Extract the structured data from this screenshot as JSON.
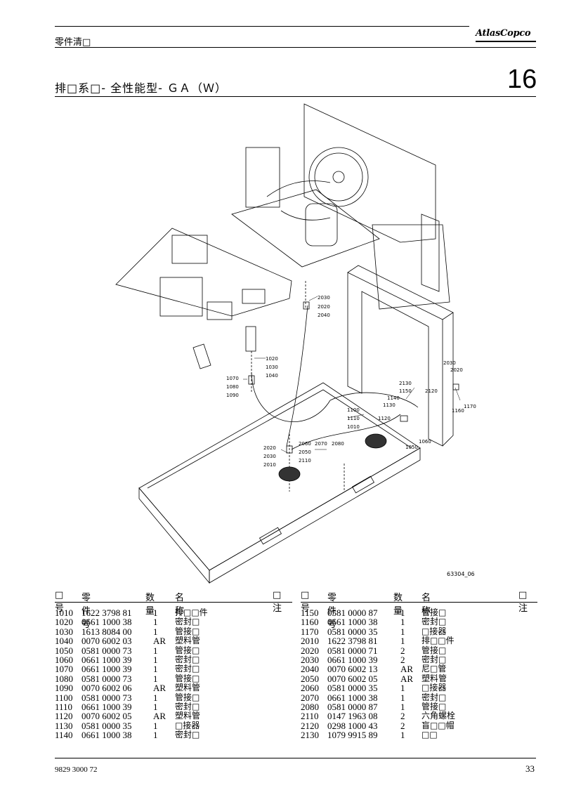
{
  "header": {
    "label": "零件清□",
    "logo": "AtlasCopco",
    "title": "排□系□- 全性能型- ＧＡ（Ｗ）",
    "section_number": "16"
  },
  "figure": {
    "code": "63304_06",
    "callouts": [
      "2030",
      "2020",
      "2040",
      "1020",
      "1030",
      "1040",
      "1070",
      "1080",
      "1090",
      "2130",
      "1150",
      "1140",
      "1130",
      "1120",
      "1100",
      "1110",
      "1010",
      "2120",
      "1060",
      "1050",
      "2030",
      "2020",
      "1170",
      "1160",
      "2020",
      "2030",
      "2010",
      "2060",
      "2050",
      "2110",
      "2070",
      "2080"
    ]
  },
  "table": {
    "headers": {
      "no": "□号",
      "part": "零件号",
      "qty": "数量",
      "name": "名称",
      "note": "□注"
    },
    "left": [
      {
        "no": "1010",
        "part": "1622 3798 81",
        "qty": "1",
        "name": "排□□件"
      },
      {
        "no": "1020",
        "part": "0661 1000 38",
        "qty": "1",
        "name": "密封□"
      },
      {
        "no": "1030",
        "part": "1613 8084 00",
        "qty": "1",
        "name": "管接□"
      },
      {
        "no": "1040",
        "part": "0070 6002 03",
        "qty": "AR",
        "name": "塑料管"
      },
      {
        "no": "1050",
        "part": "0581 0000 73",
        "qty": "1",
        "name": "管接□"
      },
      {
        "no": "1060",
        "part": "0661 1000 39",
        "qty": "1",
        "name": "密封□"
      },
      {
        "no": "1070",
        "part": "0661 1000 39",
        "qty": "1",
        "name": "密封□"
      },
      {
        "no": "1080",
        "part": "0581 0000 73",
        "qty": "1",
        "name": "管接□"
      },
      {
        "no": "1090",
        "part": "0070 6002 06",
        "qty": "AR",
        "name": "塑料管"
      },
      {
        "no": "1100",
        "part": "0581 0000 73",
        "qty": "1",
        "name": "管接□"
      },
      {
        "no": "1110",
        "part": "0661 1000 39",
        "qty": "1",
        "name": "密封□"
      },
      {
        "no": "1120",
        "part": "0070 6002 05",
        "qty": "AR",
        "name": "塑料管"
      },
      {
        "no": "1130",
        "part": "0581 0000 35",
        "qty": "1",
        "name": "□接器"
      },
      {
        "no": "1140",
        "part": "0661 1000 38",
        "qty": "1",
        "name": "密封□"
      }
    ],
    "right": [
      {
        "no": "1150",
        "part": "0581 0000 87",
        "qty": "1",
        "name": "管接□"
      },
      {
        "no": "1160",
        "part": "0661 1000 38",
        "qty": "1",
        "name": "密封□"
      },
      {
        "no": "1170",
        "part": "0581 0000 35",
        "qty": "1",
        "name": "□接器"
      },
      {
        "no": "2010",
        "part": "1622 3798 81",
        "qty": "1",
        "name": "排□□件"
      },
      {
        "no": "2020",
        "part": "0581 0000 71",
        "qty": "2",
        "name": "管接□"
      },
      {
        "no": "2030",
        "part": "0661 1000 39",
        "qty": "2",
        "name": "密封□"
      },
      {
        "no": "2040",
        "part": "0070 6002 13",
        "qty": "AR",
        "name": "尼□管"
      },
      {
        "no": "2050",
        "part": "0070 6002 05",
        "qty": "AR",
        "name": "塑料管"
      },
      {
        "no": "2060",
        "part": "0581 0000 35",
        "qty": "1",
        "name": "□接器"
      },
      {
        "no": "2070",
        "part": "0661 1000 38",
        "qty": "1",
        "name": "密封□"
      },
      {
        "no": "2080",
        "part": "0581 0000 87",
        "qty": "1",
        "name": "管接□"
      },
      {
        "no": "2110",
        "part": "0147 1963 08",
        "qty": "2",
        "name": "六角螺栓"
      },
      {
        "no": "2120",
        "part": "0298 1000 43",
        "qty": "2",
        "name": "盲□□帽"
      },
      {
        "no": "2130",
        "part": "1079 9915 89",
        "qty": "1",
        "name": "□□"
      }
    ]
  },
  "footer": {
    "doc_number": "9829 3000 72",
    "page": "33"
  }
}
